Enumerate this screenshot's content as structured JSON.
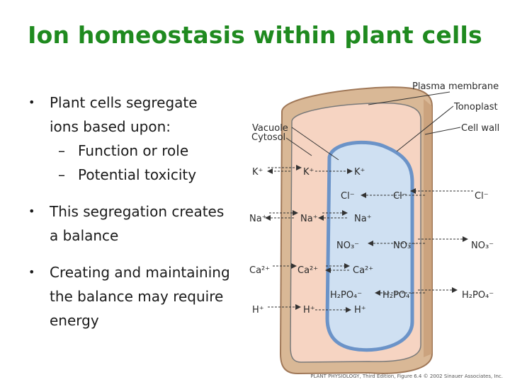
{
  "slide": {
    "title": "Ion homeostasis within plant cells",
    "bullets": [
      {
        "text": "Plant cells segregate ions based upon:",
        "line1": "Plant cells segregate",
        "line2": "ions based upon:",
        "subs": [
          "Function or role",
          "Potential toxicity"
        ]
      },
      {
        "line1": "This segregation creates",
        "line2": "a balance"
      },
      {
        "line1": "Creating and maintaining",
        "line2": "the balance may require",
        "line3": "energy"
      }
    ],
    "bullet_symbol": "•",
    "sub_symbol": "–"
  },
  "figure": {
    "labels": {
      "plasma_membrane": "Plasma membrane",
      "tonoplast": "Tonoplast",
      "cell_wall": "Cell wall",
      "vacuole": "Vacuole",
      "cytosol": "Cytosol"
    },
    "ions": {
      "k": "K⁺",
      "cl": "Cl⁻",
      "na": "Na⁺",
      "no3": "NO₃⁻",
      "ca": "Ca²⁺",
      "h2po4": "H₂PO₄⁻",
      "h": "H⁺"
    },
    "caption": "PLANT PHYSIOLOGY, Third Edition, Figure 6.4 © 2002 Sinauer Associates, Inc."
  },
  "colors": {
    "title": "#1f8a1f",
    "wall": "#c8a080",
    "cytosol": "#f6d4c2",
    "vacuole": "#cfe0f2",
    "tonoplast": "#6b93c8"
  }
}
